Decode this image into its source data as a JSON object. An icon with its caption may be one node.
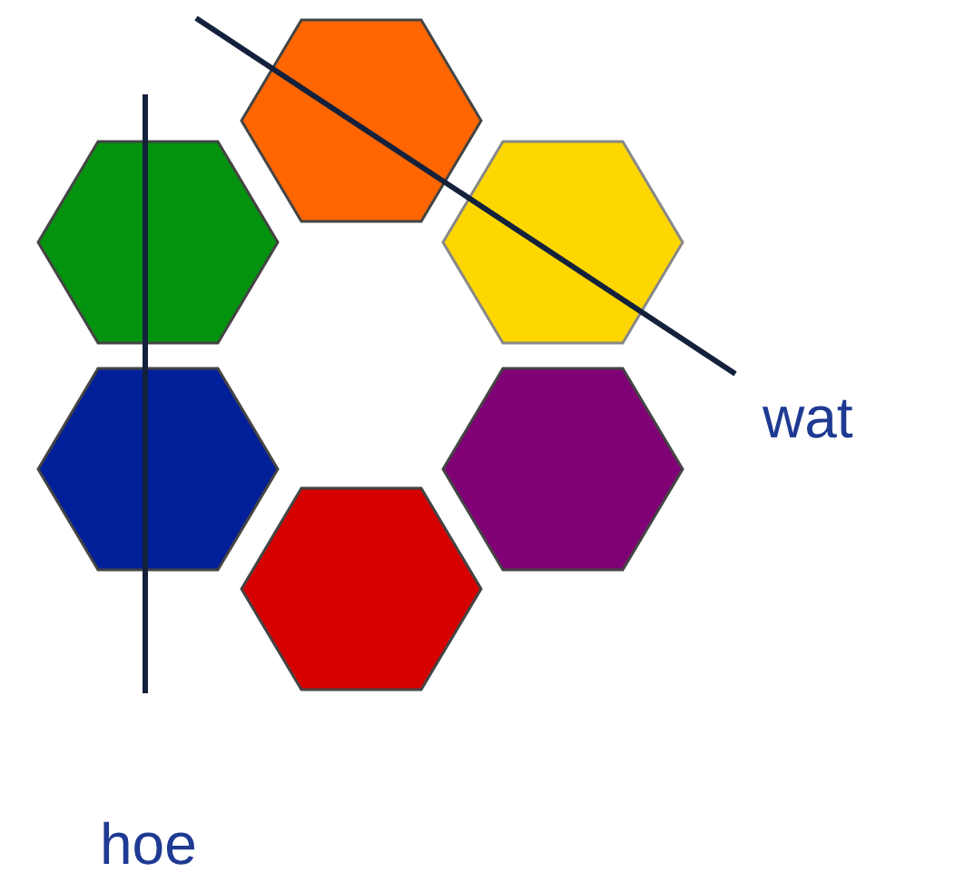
{
  "diagram": {
    "nodes": [
      {
        "text": [],
        "shape": "hexagon"
      },
      {
        "text": [],
        "shape": "hexagon"
      },
      {
        "text": [],
        "shape": "hexagon"
      },
      {
        "text": [],
        "shape": "hexagon"
      },
      {
        "text": [],
        "shape": "hexagon"
      },
      {
        "text": [],
        "shape": "hexagon"
      }
    ],
    "edges": [],
    "labels": [
      "wat",
      "hoe"
    ]
  }
}
